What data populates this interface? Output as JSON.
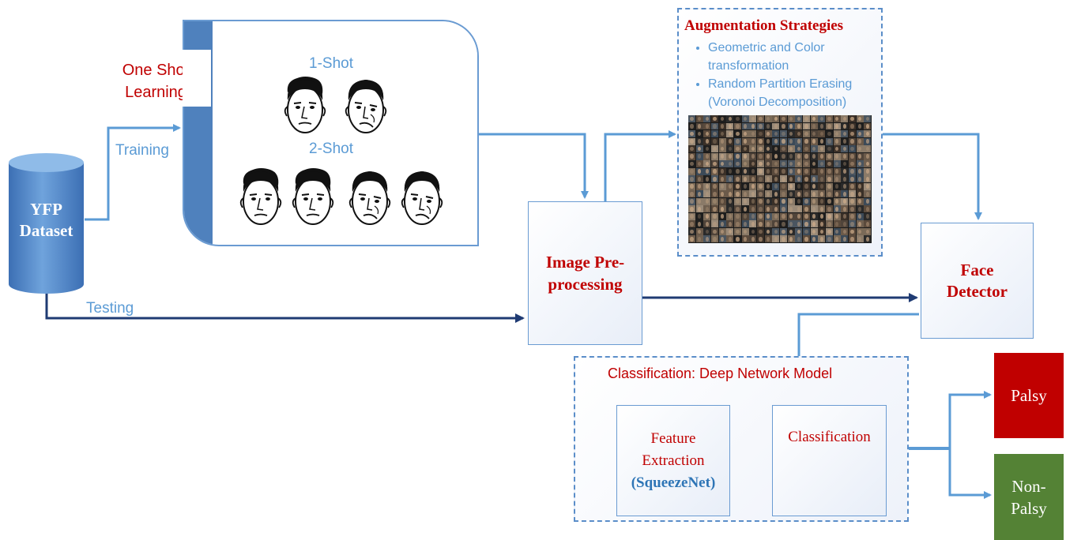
{
  "dataset": {
    "label_line1": "YFP",
    "label_line2": "Dataset"
  },
  "one_shot": {
    "label_line1": "One Shot",
    "label_line2": "Learning",
    "one_shot_label": "1-Shot",
    "two_shot_label": "2-Shot"
  },
  "edges": {
    "training_label": "Training",
    "testing_label": "Testing"
  },
  "preprocessing": {
    "label_line1": "Image Pre-",
    "label_line2": "processing"
  },
  "augmentation": {
    "title": "Augmentation Strategies",
    "bullets": [
      {
        "line1": "Geometric and Color",
        "line2": "transformation"
      },
      {
        "line1": "Random Partition Erasing",
        "line2": "(Voronoi Decomposition)"
      }
    ]
  },
  "face_detector": {
    "label_line1": "Face",
    "label_line2": "Detector"
  },
  "classification_model": {
    "title": "Classification: Deep Network Model",
    "feature_line1": "Feature",
    "feature_line2": "Extraction",
    "feature_line3": "(SqueezeNet)",
    "classifier_label": "Classification"
  },
  "outputs": {
    "palsy_label": "Palsy",
    "palsy_color": "#c00000",
    "nonpalsy_line1": "Non-",
    "nonpalsy_line2": "Palsy",
    "nonpalsy_color": "#548235"
  },
  "colors": {
    "light_arrow": "#5b9bd5",
    "dark_arrow": "#1f3b73",
    "accent_red": "#c00000",
    "accent_blue": "#5b9bd5"
  }
}
